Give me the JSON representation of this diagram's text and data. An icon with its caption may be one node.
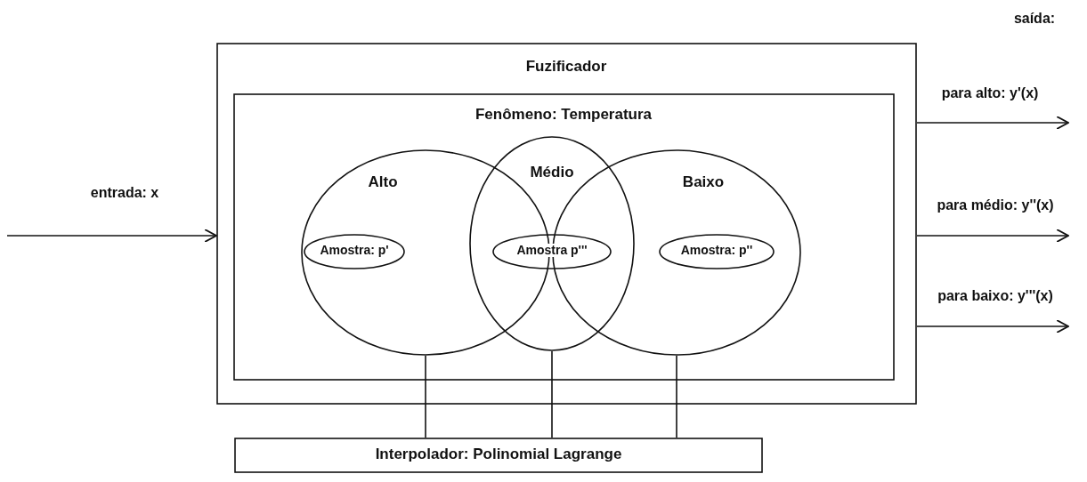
{
  "diagram": {
    "nodes": [
      {
        "text": [
          "Fuzificador"
        ]
      },
      {
        "text": [
          "Fenômeno: Temperatura"
        ],
        "in": 0
      },
      {
        "text": [
          "Alto"
        ],
        "in": 1
      },
      {
        "text": [
          "Médio"
        ],
        "in": 1
      },
      {
        "text": [
          "Baixo"
        ],
        "in": 1
      },
      {
        "text": [
          "Amostra: p'"
        ],
        "in": 2
      },
      {
        "text": [
          "Amostra p'''"
        ],
        "in": 3
      },
      {
        "text": [
          "Amostra: p''"
        ],
        "in": 4
      },
      {
        "text": [
          "Interpolador: Polinomial Lagrange"
        ]
      }
    ],
    "edges": [
      {
        "from": null,
        "to": 0,
        "arrow": "to",
        "label": "entrada: x"
      },
      {
        "from": 0,
        "to": null,
        "arrow": "to",
        "label": "para alto: y'(x)"
      },
      {
        "from": 0,
        "to": null,
        "arrow": "to",
        "label": "para médio: y''(x)"
      },
      {
        "from": 0,
        "to": null,
        "arrow": "to",
        "label": "para baixo: y'''(x)"
      },
      {
        "from": 2,
        "to": 8,
        "arrow": "none"
      },
      {
        "from": 3,
        "to": 8,
        "arrow": "none"
      },
      {
        "from": 4,
        "to": 8,
        "arrow": "none"
      }
    ],
    "labels": [
      "saída:"
    ]
  }
}
